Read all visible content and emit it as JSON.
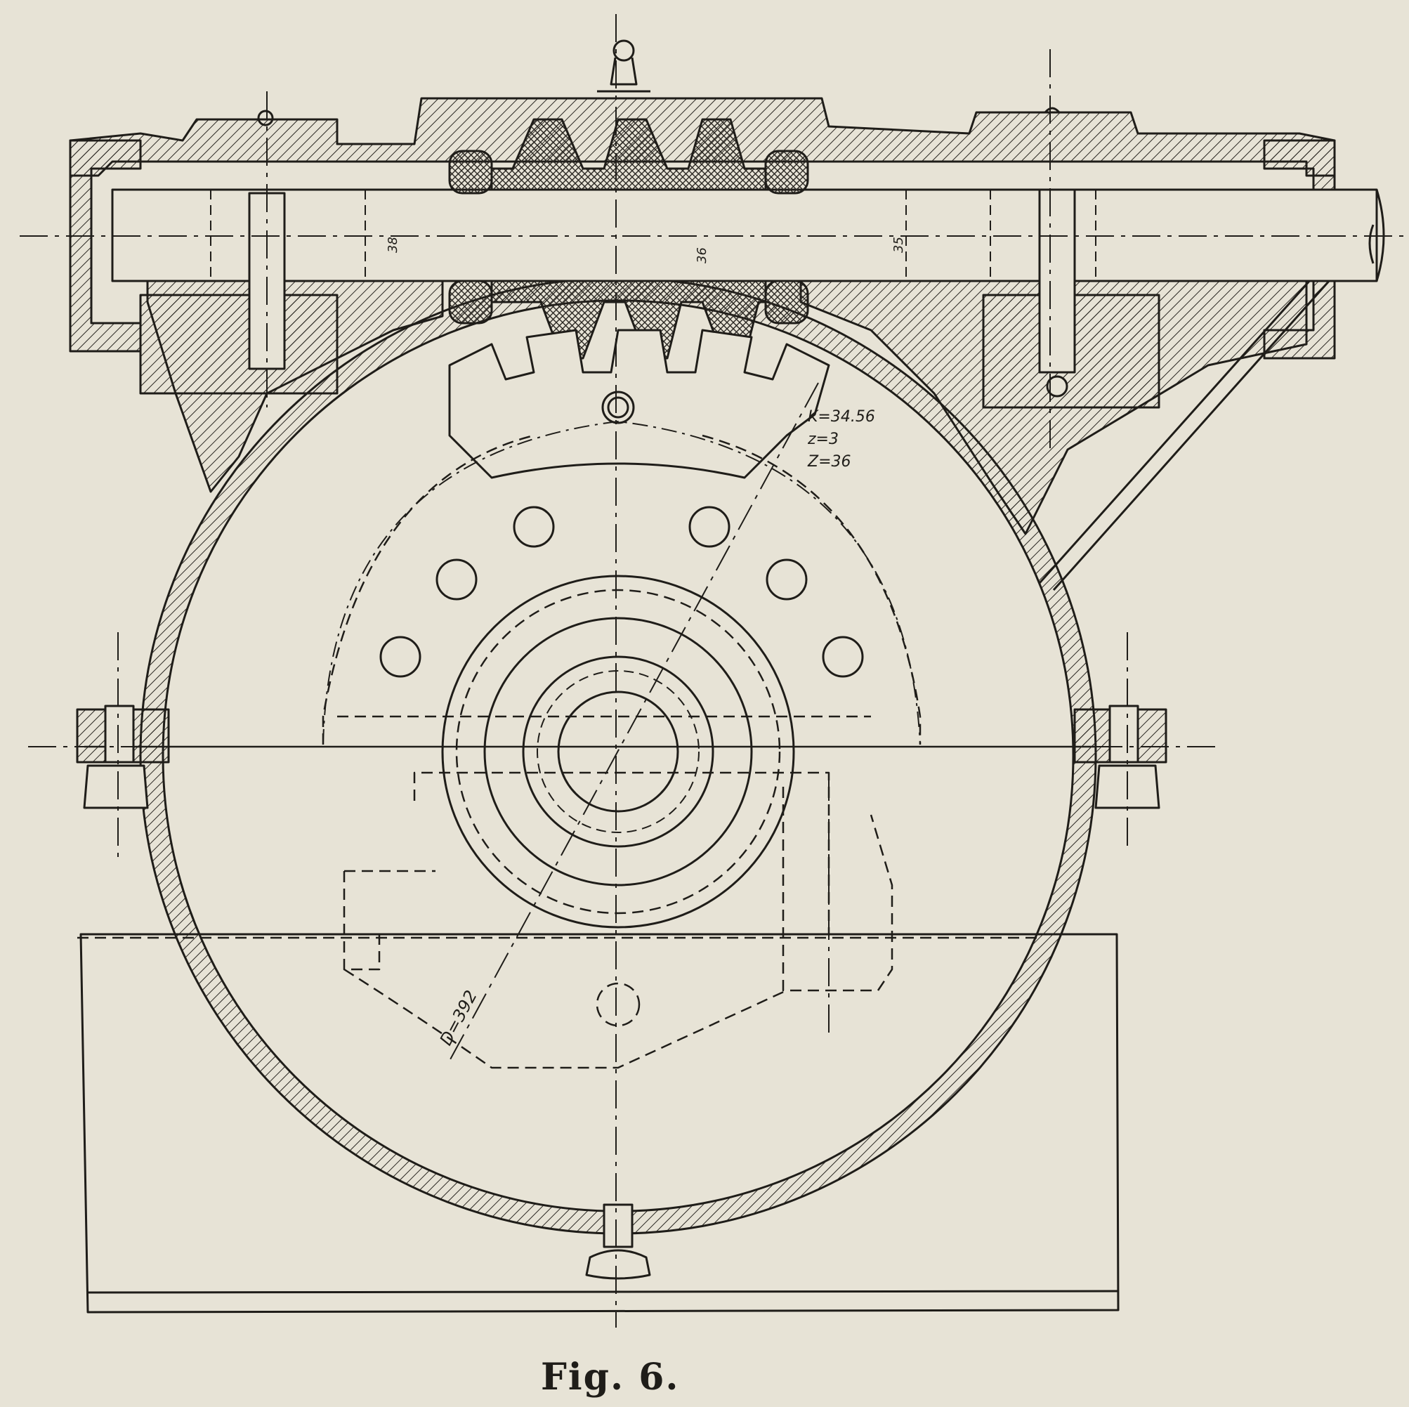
{
  "figure": {
    "caption": "Fig. 6.",
    "gear_notes": [
      "K=34.56",
      "z=3",
      "Z=36"
    ],
    "pitch_diameter": "D=392",
    "shaft_dims": [
      "38",
      "36",
      "35"
    ]
  }
}
